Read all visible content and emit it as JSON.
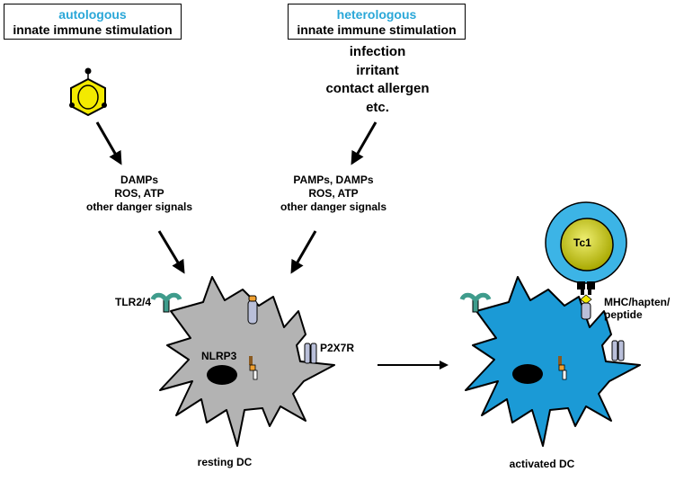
{
  "boxes": {
    "autologous": {
      "line1": "autologous",
      "line2": "innate immune stimulation"
    },
    "heterologous": {
      "line1": "heterologous",
      "line2": "innate immune stimulation"
    }
  },
  "stimuli": [
    "infection",
    "irritant",
    "contact allergen",
    "etc."
  ],
  "signals_left": [
    "DAMPs",
    "ROS, ATP",
    "other danger signals"
  ],
  "signals_right": [
    "PAMPs, DAMPs",
    "ROS, ATP",
    "other danger signals"
  ],
  "labels": {
    "tlr": "TLR2/4",
    "nlrp3": "NLRP3",
    "p2x7r": "P2X7R",
    "tc1": "Tc1",
    "mhc_line1": "MHC/hapten/",
    "mhc_line2": "peptide",
    "resting": "resting DC",
    "activated": "activated DC"
  },
  "colors": {
    "highlight": "#2aa7d8",
    "resting_cell": "#b3b3b3",
    "activated_cell": "#1b9ad6",
    "hapten_fill": "#f3ea00",
    "tc1_outer": "#3cb4e6",
    "tc1_inner": "#c4c400",
    "tlr": "#3f9c8c",
    "receptor": "#b9bfd9"
  }
}
